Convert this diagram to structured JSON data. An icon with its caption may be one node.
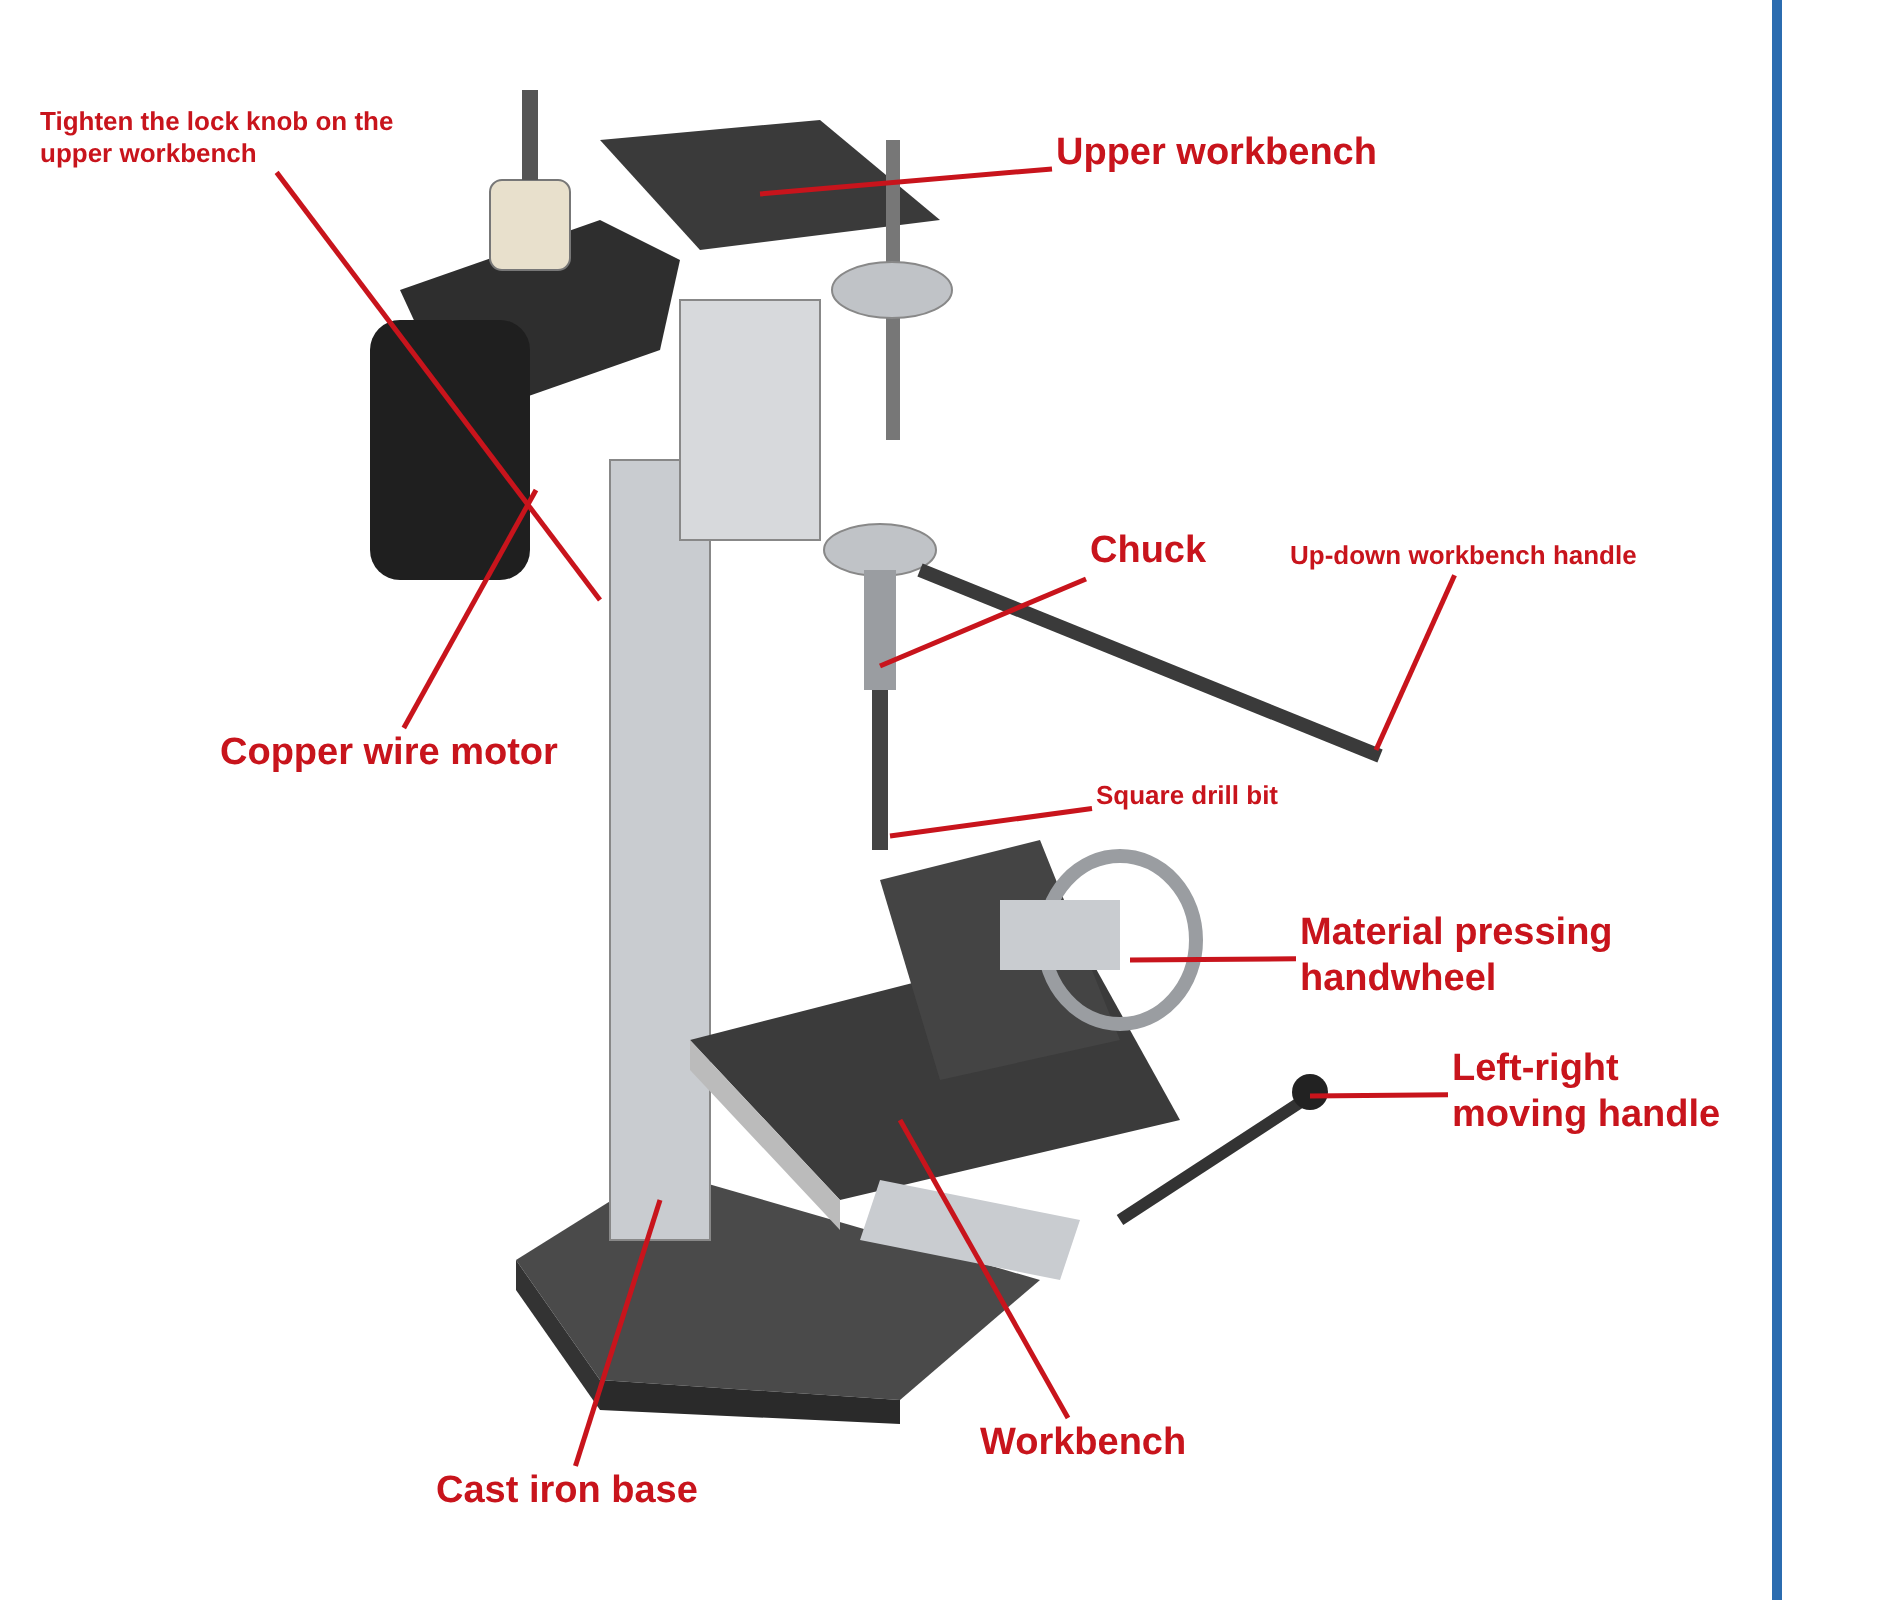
{
  "diagram": {
    "nodes": [
      {
        "text": [
          "Tighten the lock knob on the upper workbench"
        ]
      },
      {
        "text": [
          "Upper workbench"
        ]
      },
      {
        "text": [
          "Chuck"
        ]
      },
      {
        "text": [
          "Up-down workbench handle"
        ]
      },
      {
        "text": [
          "Copper wire motor"
        ]
      },
      {
        "text": [
          "Square drill bit"
        ]
      },
      {
        "text": [
          "Material pressing handwheel"
        ]
      },
      {
        "text": [
          "Left-right moving handle"
        ]
      },
      {
        "text": [
          "Cast iron base"
        ]
      },
      {
        "text": [
          "Workbench"
        ]
      }
    ],
    "edges": [
      {
        "from": 0,
        "to": null,
        "arrow": "none"
      },
      {
        "from": 1,
        "to": null,
        "arrow": "none"
      },
      {
        "from": 2,
        "to": null,
        "arrow": "none"
      },
      {
        "from": 3,
        "to": null,
        "arrow": "none"
      },
      {
        "from": 4,
        "to": null,
        "arrow": "none"
      },
      {
        "from": 5,
        "to": null,
        "arrow": "none"
      },
      {
        "from": 6,
        "to": null,
        "arrow": "none"
      },
      {
        "from": 7,
        "to": null,
        "arrow": "none"
      },
      {
        "from": 8,
        "to": null,
        "arrow": "none"
      },
      {
        "from": 9,
        "to": null,
        "arrow": "none"
      }
    ]
  }
}
